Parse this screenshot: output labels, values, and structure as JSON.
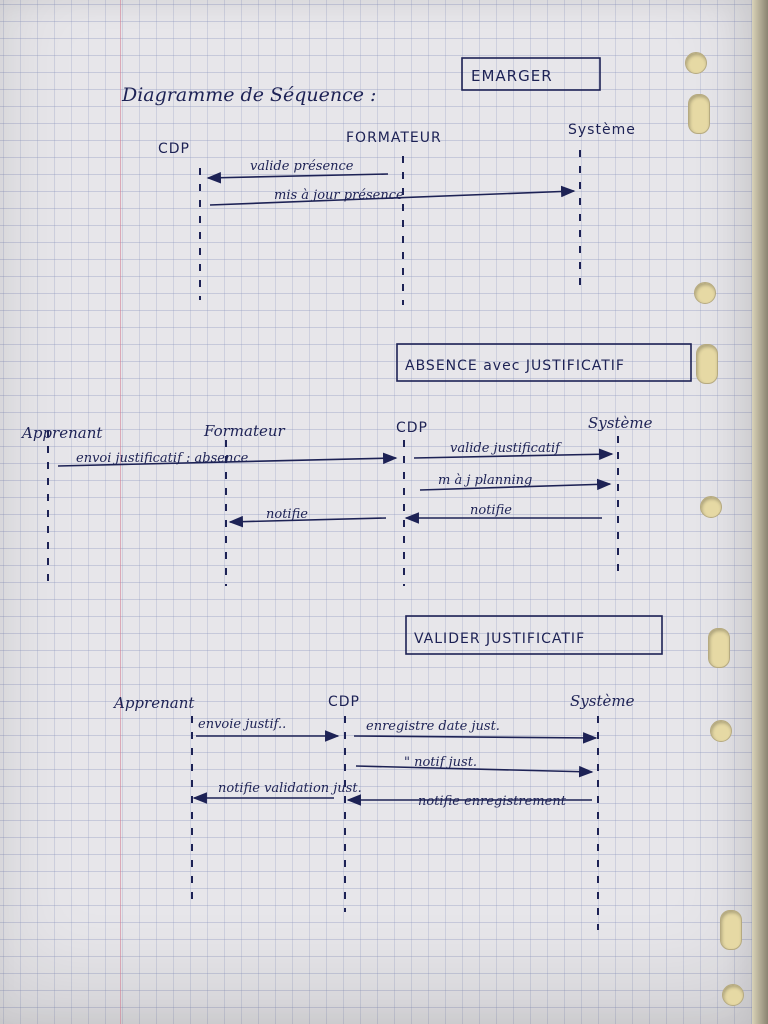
{
  "title": {
    "text": "Diagramme de Séquence :"
  },
  "sections": [
    {
      "name": "EMARGER",
      "actors": [
        {
          "label": "CDP"
        },
        {
          "label": "FORMATEUR"
        },
        {
          "label": "Système"
        }
      ],
      "messages": [
        {
          "from": 1,
          "to": 0,
          "label": "valide présence"
        },
        {
          "from": 0,
          "to": 2,
          "label": "mis à jour présence"
        }
      ]
    },
    {
      "name": "ABSENCE avec JUSTIFICATIF",
      "actors": [
        {
          "label": "Apprenant"
        },
        {
          "label": "Formateur"
        },
        {
          "label": "CDP"
        },
        {
          "label": "Système"
        }
      ],
      "messages": [
        {
          "from": 0,
          "to": 2,
          "label": "envoi justificatif : absence"
        },
        {
          "from": 2,
          "to": 3,
          "label": "valide justificatif"
        },
        {
          "from": 2,
          "to": 3,
          "label": "m à j planning"
        },
        {
          "from": 2,
          "to": 1,
          "label": "notifie"
        },
        {
          "from": 3,
          "to": 2,
          "label": "notifie"
        }
      ]
    },
    {
      "name": "VALIDER JUSTIFICATIF",
      "actors": [
        {
          "label": "Apprenant"
        },
        {
          "label": "CDP"
        },
        {
          "label": "Système"
        }
      ],
      "messages": [
        {
          "from": 0,
          "to": 1,
          "label": "envoie justif.."
        },
        {
          "from": 1,
          "to": 2,
          "label": "enregistre date just."
        },
        {
          "from": 1,
          "to": 2,
          "label": "\" notif just."
        },
        {
          "from": 1,
          "to": 0,
          "label": "notifie validation just."
        },
        {
          "from": 2,
          "to": 1,
          "label": "notifie enregistrement"
        }
      ]
    }
  ]
}
